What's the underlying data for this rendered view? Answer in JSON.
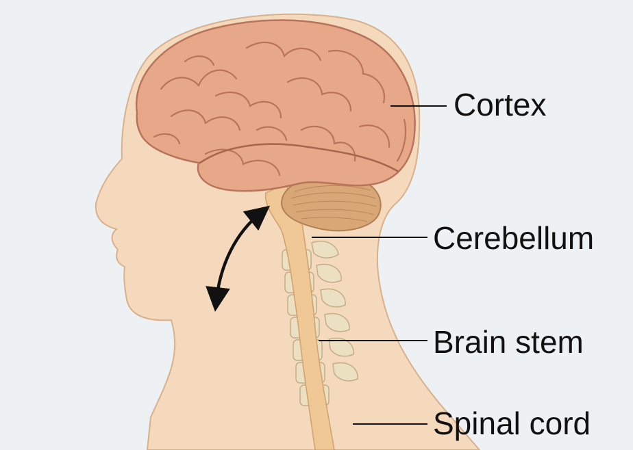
{
  "labels": {
    "cortex": "Cortex",
    "cerebellum": "Cerebellum",
    "brain_stem": "Brain stem",
    "spinal_cord": "Spinal cord"
  },
  "colors": {
    "background": "#eef1f4",
    "skin": "#f4d9bd",
    "skin_outline": "#d9b08c",
    "cortex": "#e7a88a",
    "cortex_shadow": "#b9735a",
    "cerebellum": "#d9a676",
    "brain_stem": "#f0c896",
    "vertebrae": "#ece0c3",
    "leader_line": "#111111",
    "text": "#111111"
  },
  "icons": {
    "movement_arrow": "double-headed-curved-arrow"
  }
}
